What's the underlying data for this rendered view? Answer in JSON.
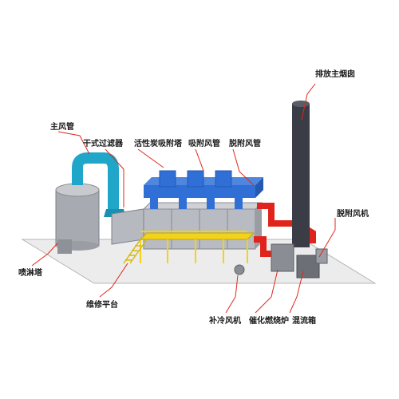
{
  "labels": {
    "main_duct": "主风管",
    "dry_filter": "干式过滤器",
    "activated_carbon_tower": "活性炭吸附塔",
    "adsorption_duct": "吸附风管",
    "desorption_duct": "脱附风管",
    "main_chimney": "排放主烟囱",
    "desorption_fan": "脱附风机",
    "spray_tower": "喷淋塔",
    "maintenance_platform": "维修平台",
    "makeup_cooling_fan": "补冷风机",
    "catalytic_combustion_furnace": "催化燃烧炉",
    "mixing_box": "混流箱"
  },
  "colors": {
    "leader_line": "#e1261c",
    "blue_duct": "#2f6fd6",
    "cyan_duct": "#1fa6c9",
    "red_duct": "#e0241b",
    "platform_yellow": "#f2d21a",
    "steel_gray": "#a9acb3",
    "chimney_dark": "#3a3d45",
    "base_slab": "#e9e9e9"
  }
}
